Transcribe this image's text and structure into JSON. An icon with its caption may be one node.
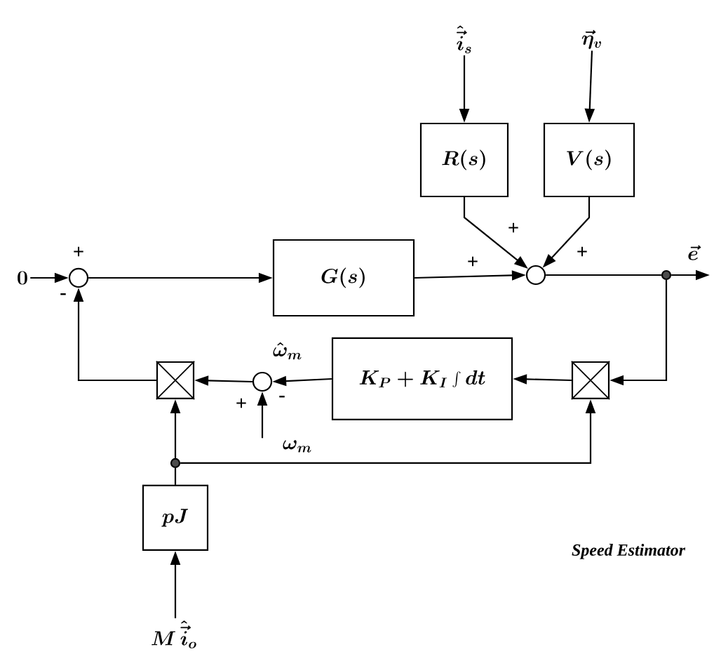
{
  "diagram": {
    "nodes": [
      {
        "text": [
          "0"
        ]
      },
      {
        "text": [],
        "shape": "circle"
      },
      {
        "text": [],
        "shape": "circle"
      },
      {
        "text": [],
        "shape": "circle"
      },
      {
        "text": [
          "G(s)"
        ]
      },
      {
        "text": [
          "\\hat{\\vec{i}}_s"
        ]
      },
      {
        "text": [
          "\\vec{\\eta}_v"
        ]
      },
      {
        "text": [
          "R(s)"
        ]
      },
      {
        "text": [
          "V(s)"
        ]
      },
      {
        "text": [],
        "shape": "dot"
      },
      {
        "text": [],
        "shape": "dot"
      },
      {
        "text": [],
        "shape": "box"
      },
      {
        "text": [],
        "shape": "box"
      },
      {
        "text": [
          "K_P + K_I \\int dt"
        ]
      },
      {
        "text": [
          "\\omega_m"
        ]
      },
      {
        "text": [
          "pJ"
        ]
      },
      {
        "text": [
          "M\\,\\hat{\\vec{i}}_o"
        ]
      }
    ],
    "edges": [
      {
        "from": 0,
        "to": 1,
        "arrow": "to"
      },
      {
        "from": 1,
        "to": 4,
        "arrow": "to"
      },
      {
        "from": 4,
        "to": 3,
        "arrow": "to"
      },
      {
        "from": 5,
        "to": 7,
        "arrow": "to"
      },
      {
        "from": 6,
        "to": 8,
        "arrow": "to"
      },
      {
        "from": 7,
        "to": 3,
        "arrow": "to"
      },
      {
        "from": 8,
        "to": 3,
        "arrow": "to"
      },
      {
        "from": 3,
        "to": 10,
        "arrow": "none"
      },
      {
        "from": 10,
        "to": null,
        "arrow": "to",
        "label": "\\vec{e}"
      },
      {
        "from": 10,
        "to": 12,
        "arrow": "to"
      },
      {
        "from": 12,
        "to": 13,
        "arrow": "to"
      },
      {
        "from": 13,
        "to": 2,
        "arrow": "to",
        "label": "\\hat{\\omega}_m"
      },
      {
        "from": 14,
        "to": 2,
        "arrow": "to"
      },
      {
        "from": 2,
        "to": 11,
        "arrow": "to"
      },
      {
        "from": 11,
        "to": 1,
        "arrow": "to"
      },
      {
        "from": 9,
        "to": 11,
        "arrow": "to"
      },
      {
        "from": 9,
        "to": 12,
        "arrow": "to"
      },
      {
        "from": 15,
        "to": 9,
        "arrow": "none"
      },
      {
        "from": 16,
        "to": 15,
        "arrow": "to"
      }
    ],
    "labels": [
      "+",
      "-",
      "+",
      "+",
      "+",
      "+",
      "-",
      "Speed Estimator"
    ]
  }
}
